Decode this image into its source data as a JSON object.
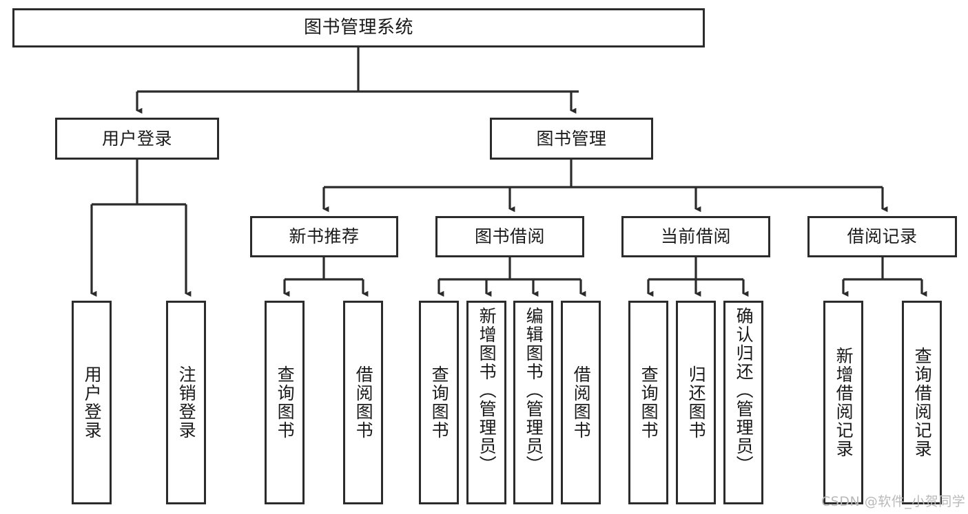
{
  "diagram": {
    "title": "图书管理系统",
    "type": "hierarchy-tree",
    "watermark": "CSDN @软件_小贺同学",
    "colors": {
      "border": "#2b2b2b",
      "background": "#ffffff",
      "text": "#1a1a1a",
      "watermark": "#b9b9b9"
    },
    "root": {
      "label": "图书管理系统"
    },
    "level2": [
      {
        "label": "用户登录"
      },
      {
        "label": "图书管理"
      }
    ],
    "level3": [
      {
        "label": "新书推荐"
      },
      {
        "label": "图书借阅"
      },
      {
        "label": "当前借阅"
      },
      {
        "label": "借阅记录"
      }
    ],
    "leaves": [
      {
        "label": "用户登录"
      },
      {
        "label": "注销登录"
      },
      {
        "label": "查询图书"
      },
      {
        "label": "借阅图书"
      },
      {
        "label": "查询图书"
      },
      {
        "label": "新增图书（管理员）"
      },
      {
        "label": "编辑图书（管理员）"
      },
      {
        "label": "借阅图书"
      },
      {
        "label": "查询图书"
      },
      {
        "label": "归还图书"
      },
      {
        "label": "确认归还（管理员）"
      },
      {
        "label": "新增借阅记录"
      },
      {
        "label": "查询借阅记录"
      }
    ]
  }
}
